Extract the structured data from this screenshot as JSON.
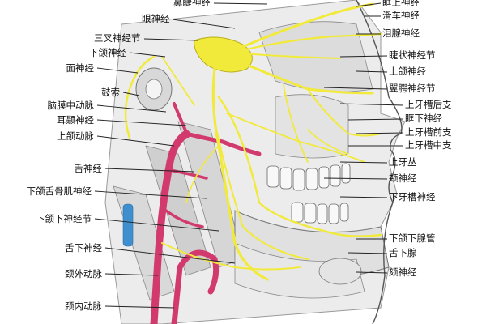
{
  "figure": {
    "colors": {
      "nerve": "#f2ea3a",
      "nerve_outline": "#b8ae1c",
      "artery": "#d23a6e",
      "vein": "#3f8fcf",
      "background": "#ffffff",
      "line": "#222222",
      "tissue": "#e9e9e9",
      "tissue_dark": "#9a9a9a"
    },
    "labels_left": [
      {
        "id": "mandibular-nerve",
        "text": "下颌神经"
      },
      {
        "id": "facial-nerve",
        "text": "面神经"
      },
      {
        "id": "chorda-tympani",
        "text": "鼓索"
      },
      {
        "id": "middle-meningeal-artery",
        "text": "脑膜中动脉"
      },
      {
        "id": "auriculotemporal-nerve",
        "text": "耳颞神经"
      },
      {
        "id": "maxillary-artery",
        "text": "上颌动脉"
      },
      {
        "id": "lingual-nerve",
        "text": "舌神经"
      },
      {
        "id": "mylohyoid-nerve",
        "text": "下颌舌骨肌神经"
      },
      {
        "id": "submandibular-ganglion",
        "text": "下颌下神经节"
      },
      {
        "id": "hypoglossal-nerve",
        "text": "舌下神经"
      },
      {
        "id": "external-carotid-artery",
        "text": "颈外动脉"
      },
      {
        "id": "internal-carotid-artery",
        "text": "颈内动脉"
      }
    ],
    "labels_top": [
      {
        "id": "nasociliary-nerve",
        "text": "鼻睫神经"
      },
      {
        "id": "oculomotor-nerve",
        "text": "眼神经"
      },
      {
        "id": "trigeminal-ganglion",
        "text": "三叉神经节"
      }
    ],
    "labels_right": [
      {
        "id": "supraorbital-nerve",
        "text": "眶上神经"
      },
      {
        "id": "trochlear-nerve",
        "text": "滑车神经"
      },
      {
        "id": "lacrimal-nerve",
        "text": "泪腺神经"
      },
      {
        "id": "ciliary-ganglion",
        "text": "睫状神经节"
      },
      {
        "id": "maxillary-nerve",
        "text": "上颌神经"
      },
      {
        "id": "pterygopalatine-ganglion",
        "text": "翼腭神经节"
      },
      {
        "id": "posterior-superior-alveolar",
        "text": "上牙槽后支"
      },
      {
        "id": "infraorbital-nerve",
        "text": "眶下神经"
      },
      {
        "id": "anterior-superior-alveolar",
        "text": "上牙槽前支"
      },
      {
        "id": "middle-superior-alveolar",
        "text": "上牙槽中支"
      },
      {
        "id": "superior-dental-plexus",
        "text": "上牙丛"
      },
      {
        "id": "buccal-nerve",
        "text": "颊神经"
      },
      {
        "id": "inferior-alveolar-nerve",
        "text": "下牙槽神经"
      },
      {
        "id": "submandibular-duct",
        "text": "下颌下腺管"
      },
      {
        "id": "sublingual-gland",
        "text": "舌下腺"
      },
      {
        "id": "mental-nerve",
        "text": "颏神经"
      }
    ]
  }
}
